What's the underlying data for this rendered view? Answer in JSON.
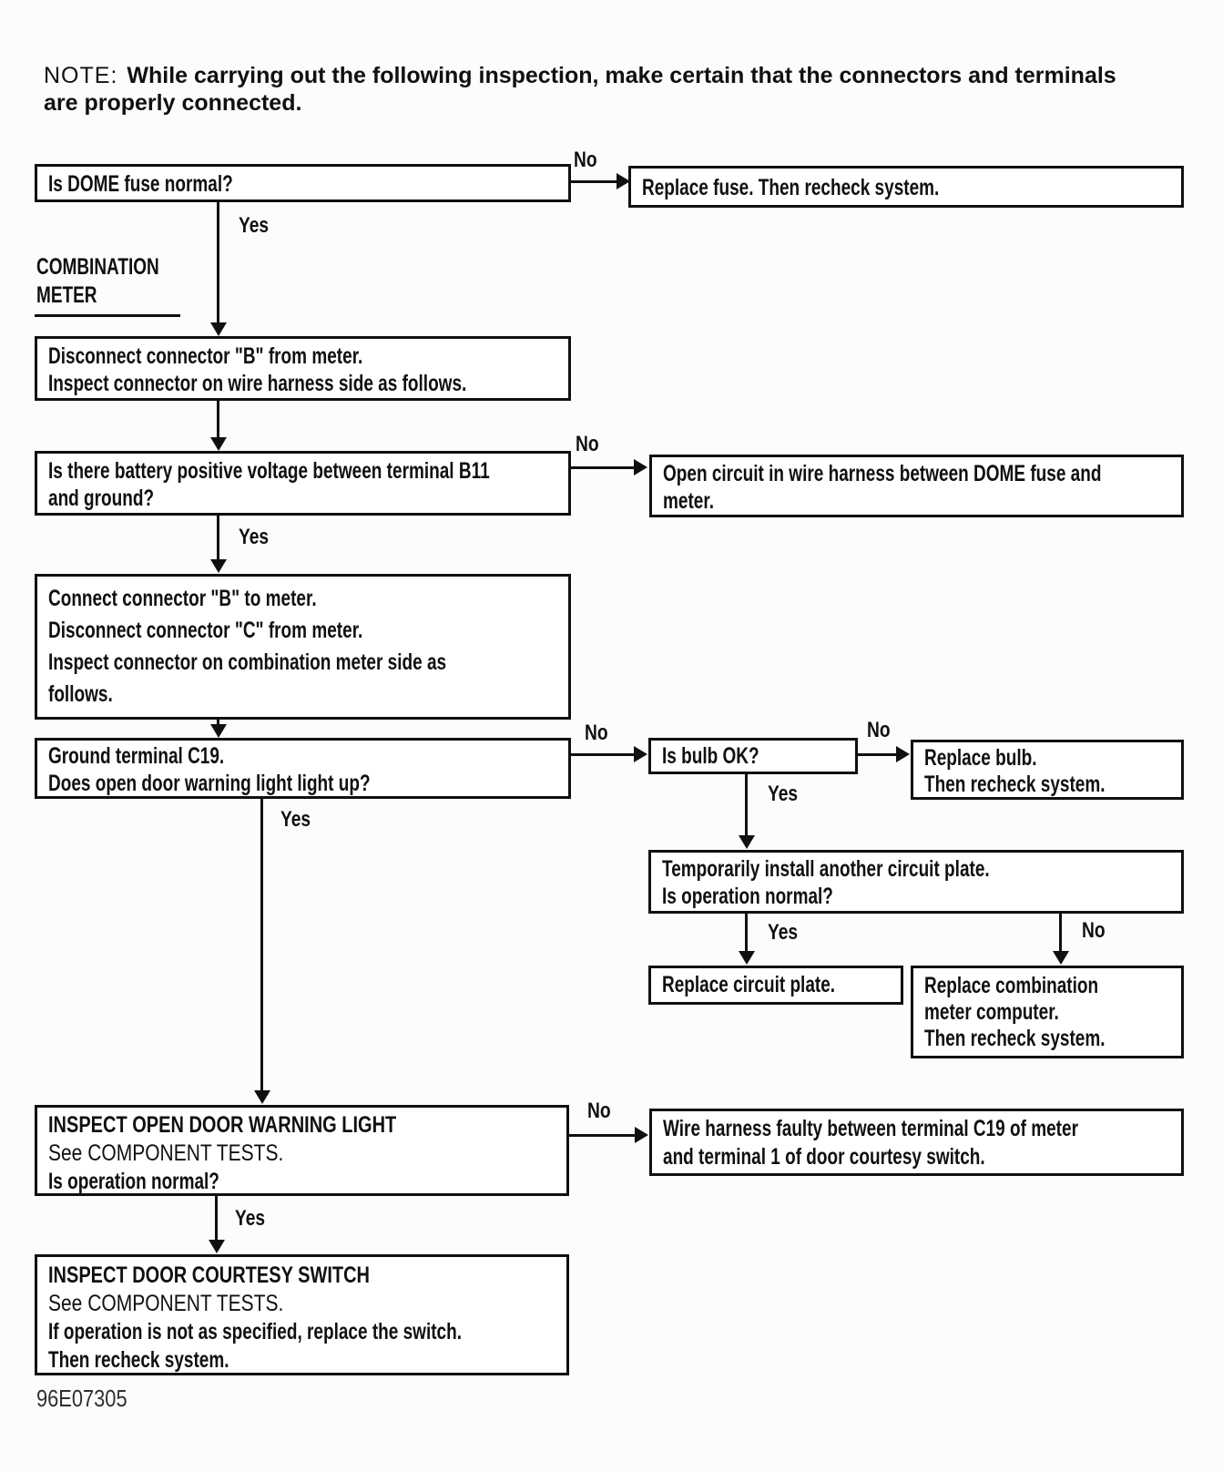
{
  "page": {
    "note_prefix": "NOTE:",
    "note_text": "While carrying out the following inspection, make certain that the connectors and terminals are properly connected.",
    "figure_id": "96E07305"
  },
  "section_label": {
    "line1": "COMBINATION",
    "line2": "METER"
  },
  "labels": {
    "yes": "Yes",
    "no": "No"
  },
  "nodes": {
    "dome_fuse": {
      "lines": [
        "Is DOME fuse normal?"
      ]
    },
    "replace_fuse": {
      "lines": [
        "Replace fuse. Then recheck system."
      ]
    },
    "disconnect_b": {
      "lines": [
        "Disconnect connector \"B\" from meter.",
        "Inspect connector on wire harness side as follows."
      ]
    },
    "battery_voltage": {
      "lines": [
        "Is there battery positive voltage between terminal B11",
        "and ground?"
      ]
    },
    "open_circuit": {
      "lines": [
        "Open circuit in wire harness between DOME fuse and",
        "meter."
      ]
    },
    "connect_b": {
      "lines": [
        "Connect connector \"B\" to meter.",
        "Disconnect connector \"C\" from meter.",
        "Inspect connector on combination meter side as",
        "follows."
      ]
    },
    "ground_c19": {
      "lines": [
        "Ground terminal C19.",
        "Does open door warning light light up?"
      ]
    },
    "bulb_ok": {
      "lines": [
        "Is bulb OK?"
      ]
    },
    "replace_bulb": {
      "lines": [
        "Replace bulb.",
        "Then recheck system."
      ]
    },
    "circuit_plate": {
      "lines": [
        "Temporarily install another circuit plate.",
        "Is operation normal?"
      ]
    },
    "replace_plate": {
      "lines": [
        "Replace circuit plate."
      ]
    },
    "replace_meter_computer": {
      "lines": [
        "Replace combination",
        "meter computer.",
        "Then recheck system."
      ]
    },
    "inspect_warning_light": {
      "heading": "INSPECT OPEN DOOR WARNING LIGHT",
      "lines": [
        "See COMPONENT TESTS.",
        "Is operation normal?"
      ]
    },
    "wire_harness_faulty": {
      "lines": [
        "Wire harness faulty between terminal C19 of meter",
        "and terminal 1 of door courtesy switch."
      ]
    },
    "inspect_courtesy_switch": {
      "heading": "INSPECT DOOR COURTESY SWITCH",
      "lines": [
        "See COMPONENT TESTS.",
        "If operation is not as specified, replace the switch.",
        "Then recheck system."
      ]
    }
  }
}
